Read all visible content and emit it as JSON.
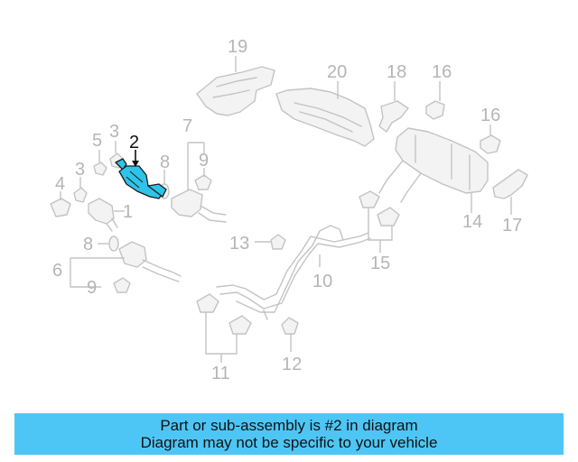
{
  "diagram": {
    "callouts": {
      "c1": "1",
      "c2": "2",
      "c3a": "3",
      "c3b": "3",
      "c4": "4",
      "c5": "5",
      "c6": "6",
      "c7": "7",
      "c8a": "8",
      "c8b": "8",
      "c9a": "9",
      "c9b": "9",
      "c10": "10",
      "c11": "11",
      "c12": "12",
      "c13": "13",
      "c14": "14",
      "c15": "15",
      "c16a": "16",
      "c16b": "16",
      "c17": "17",
      "c18": "18",
      "c19": "19",
      "c20": "20"
    },
    "highlighted_part": "2",
    "colors": {
      "highlight": "#2ec4ea",
      "line_art": "#c3c3c3",
      "banner": "#4ec6f5"
    }
  },
  "banner": {
    "line1": "Part or sub-assembly is #2 in diagram",
    "line2": "Diagram may not be specific to your vehicle"
  }
}
